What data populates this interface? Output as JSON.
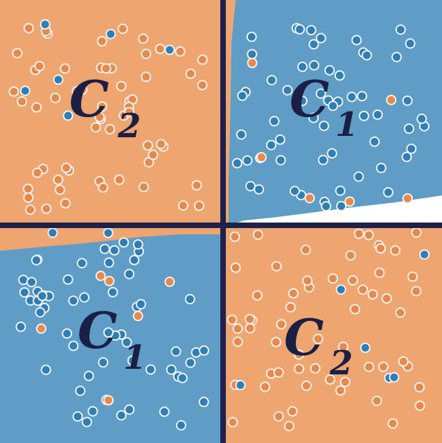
{
  "colors": {
    "orange": "#EFA56F",
    "blue": "#5F9DC7",
    "point_orange": "#E8894A",
    "point_blue": "#2E7FB8",
    "point_stroke": "#F3F3F3",
    "axis": "#1E2148",
    "label": "#1C1F45"
  },
  "labels": {
    "top_left": {
      "letter": "C",
      "sub": "2"
    },
    "top_right": {
      "letter": "C",
      "sub": "1"
    },
    "bottom_left": {
      "letter": "C",
      "sub": "1"
    },
    "bottom_right": {
      "letter": "C",
      "sub": "2"
    }
  }
}
